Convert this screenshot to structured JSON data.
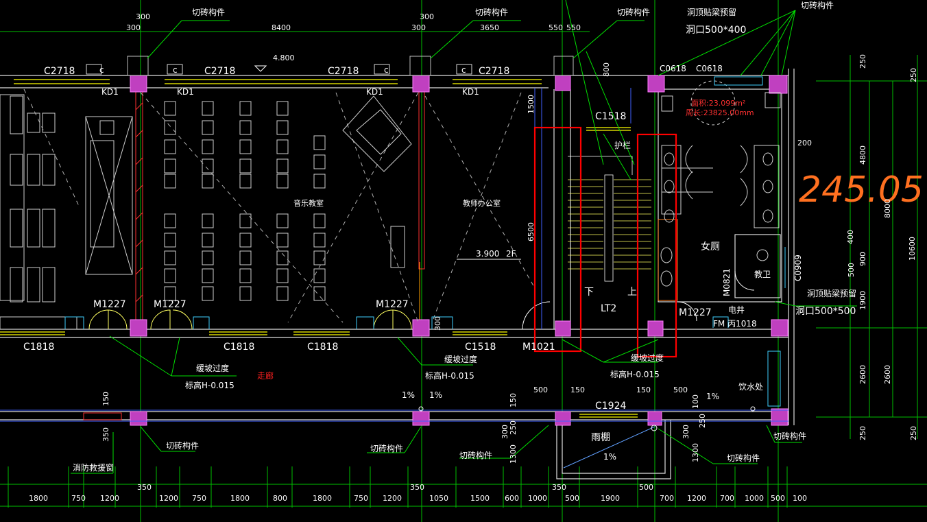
{
  "colors": {
    "background": "#000000",
    "wall": "#ffffff",
    "grid": "#00ff00",
    "hatch": "#ff4040",
    "window": "#ffff00",
    "column": "#ff00ff",
    "dimension": "#00ff00",
    "highlight": "#ff0000",
    "area_text": "#ff3030",
    "handwriting": "#ff7020"
  },
  "top_dims": [
    "300",
    "300",
    "8400",
    "300",
    "3650",
    "550",
    "550"
  ],
  "top_notes": {
    "cut_brick_1": "切砖构件",
    "cut_brick_2": "切砖构件",
    "cut_brick_3": "切砖构件",
    "cut_brick_4": "切砖构件",
    "beam_reserve_1": "洞顶贴梁预留",
    "hole_1": "洞口500*400",
    "beam_reserve_2": "洞顶贴梁预留",
    "hole_2": "洞口500*500"
  },
  "elevation_top": "4.800",
  "windows_top": [
    "C2718",
    "C2718",
    "C2718",
    "C2718",
    "C0618",
    "C0618"
  ],
  "kd_labels": [
    "KD1",
    "KD1",
    "KD1",
    "KD1"
  ],
  "c_small": [
    "c",
    "c",
    "c",
    "c"
  ],
  "rooms": {
    "music": "音乐教室",
    "office": "教师办公室",
    "corridor": "走廊",
    "women_wc": "女厕",
    "disabled_wc": "教卫",
    "canopy": "雨棚",
    "drinking": "饮水处",
    "elec": "电井",
    "guard_rail": "护栏",
    "stair": "LT2",
    "stair_down": "下",
    "stair_up": "上"
  },
  "elevation_2f": "3.900",
  "floor_2f": "2F",
  "area_note": {
    "area": "面积:23.099m²",
    "perimeter": "周长:23825.00mm"
  },
  "handwriting": "245.05",
  "bottom_windows": [
    "C1818",
    "C1818",
    "C1818",
    "C1518",
    "C1924"
  ],
  "doors": [
    "M1227",
    "M1227",
    "M1227",
    "M1021",
    "M1227",
    "M0821",
    "FM 丙1018",
    "C0909"
  ],
  "win_c1518_top": "C1518",
  "slope_notes": {
    "ramp_1": "缓坡过度",
    "level_1": "标高H-0.015",
    "ramp_2": "缓坡过度",
    "level_2": "标高H-0.015",
    "ramp_3": "缓坡过度",
    "level_3": "标高H-0.015"
  },
  "bottom_notes": {
    "cut_1": "切砖构件",
    "cut_2": "切砖构件",
    "cut_3": "切砖构件",
    "cut_4": "切砖构件",
    "cut_5": "切砖构件",
    "fire": "消防救援窗"
  },
  "slopes": [
    "1%",
    "1%",
    "1%",
    "1%"
  ],
  "bottom_dims": [
    "1800",
    "750",
    "1200",
    "1200",
    "750",
    "1800",
    "800",
    "1800",
    "750",
    "1200",
    "1050",
    "1500",
    "600",
    "1000",
    "500",
    "1900",
    "700",
    "1200",
    "700",
    "1000",
    "500",
    "100"
  ],
  "bottom_small_dims": [
    "350",
    "350",
    "350",
    "500",
    "150",
    "150",
    "500",
    "150",
    "250",
    "300",
    "300",
    "250",
    "100",
    "1300",
    "1300",
    "150",
    "350"
  ],
  "right_dims": [
    "250",
    "250",
    "4800",
    "200",
    "8000",
    "400",
    "900",
    "1900",
    "10600",
    "2600",
    "2600",
    "250",
    "250"
  ],
  "mid_dims": [
    "1500",
    "6500",
    "800",
    "300",
    "500"
  ]
}
